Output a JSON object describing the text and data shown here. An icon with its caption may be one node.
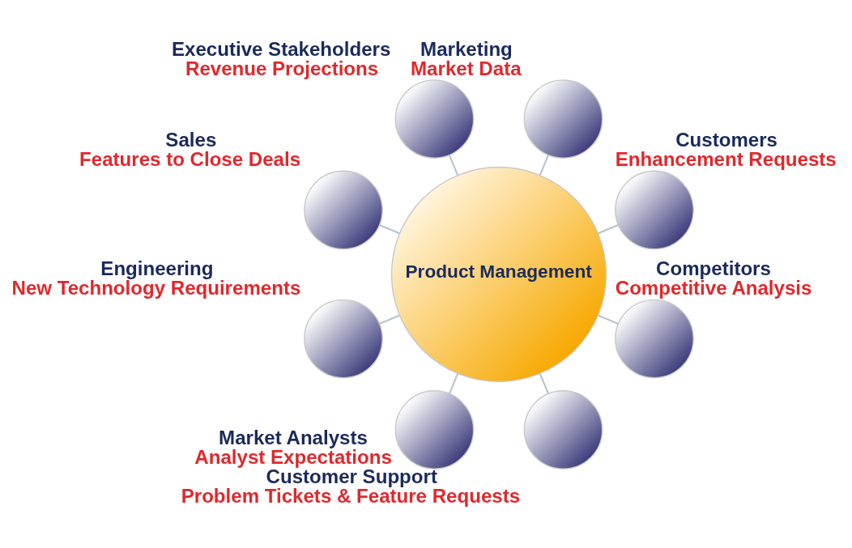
{
  "diagram": {
    "nodes": [
      {
        "text": [
          "Product Management"
        ]
      },
      {
        "text": [],
        "shape": "circle",
        "beside": [
          "Customers",
          "Enhancement Requests"
        ]
      },
      {
        "text": [],
        "shape": "circle",
        "beside": [
          "Marketing",
          "Market Data"
        ]
      },
      {
        "text": [],
        "shape": "circle",
        "beside": [
          "Executive Stakeholders",
          "Revenue Projections"
        ]
      },
      {
        "text": [],
        "shape": "circle",
        "beside": [
          "Sales",
          "Features to Close Deals"
        ]
      },
      {
        "text": [],
        "shape": "circle",
        "beside": [
          "Engineering",
          "New Technology Requirements"
        ]
      },
      {
        "text": [],
        "shape": "circle",
        "beside": [
          "Market Analysts",
          "Analyst Expectations"
        ]
      },
      {
        "text": [],
        "shape": "circle",
        "beside": [
          "Customer Support",
          "Problem Tickets & Feature Requests"
        ]
      },
      {
        "text": [],
        "shape": "circle",
        "beside": [
          "Competitors",
          "Competitive Analysis"
        ]
      }
    ],
    "edges": [
      {
        "from": 0,
        "to": 1,
        "arrow": "none"
      },
      {
        "from": 0,
        "to": 3,
        "arrow": "none"
      },
      {
        "from": 0,
        "to": 5,
        "arrow": "none"
      },
      {
        "from": 0,
        "to": 7,
        "arrow": "none"
      },
      {
        "from": 0,
        "to": 8,
        "arrow": "none"
      },
      {
        "from": 0,
        "to": 6,
        "arrow": "none"
      },
      {
        "from": 0,
        "to": 4,
        "arrow": "none"
      },
      {
        "from": 0,
        "to": 2,
        "arrow": "none"
      }
    ]
  }
}
